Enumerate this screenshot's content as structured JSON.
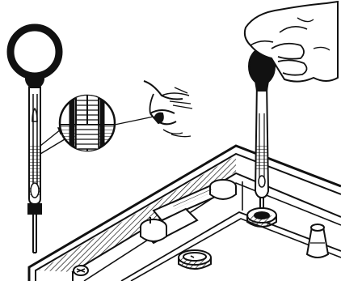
{
  "figure": {
    "subject": "battery-hydrometer-illustration",
    "ink_color": "#111111",
    "paper_color": "#ffffff",
    "components": [
      "hydrometer-with-rubber-bulb",
      "magnified-float-scale-inset",
      "eye-reading-level",
      "hand-squeezing-hydrometer-bulb",
      "battery-top-case",
      "cell-connector-straps",
      "vent-cap",
      "open-filler-hole",
      "battery-terminal-post"
    ]
  }
}
